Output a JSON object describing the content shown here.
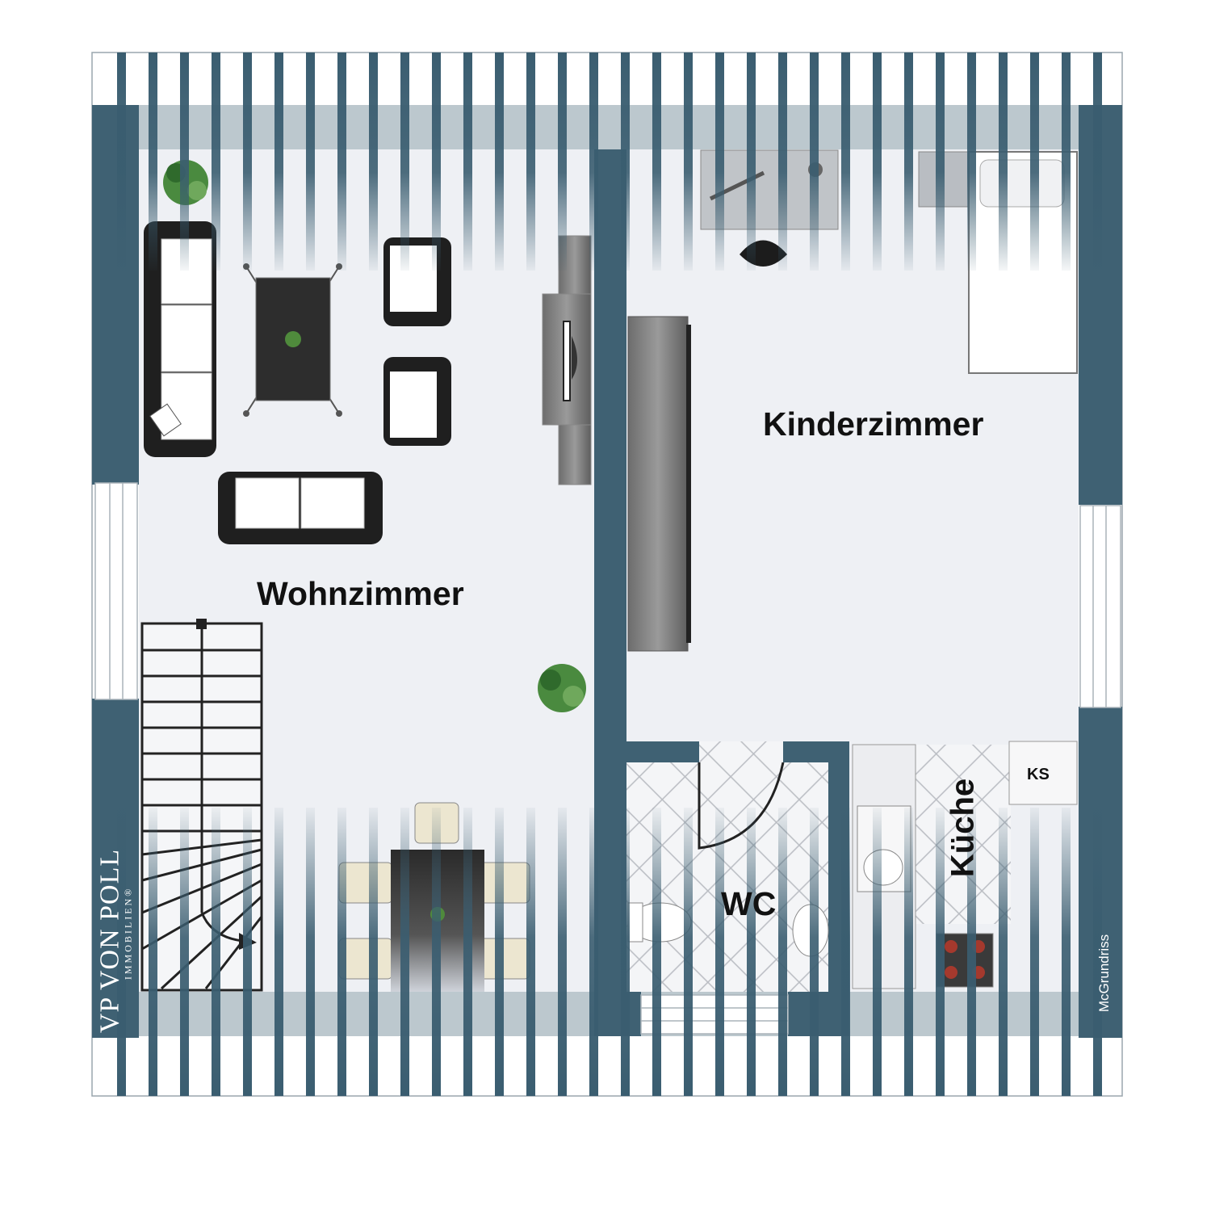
{
  "rooms": {
    "living": "Wohnzimmer",
    "kids": "Kinderzimmer",
    "wc": "WC",
    "kitchen": "Küche",
    "fridge": "KS"
  },
  "branding": {
    "logo_mark": "VP",
    "logo_name": "VON POLL",
    "logo_sub": "IMMOBILIEN®",
    "credit": "McGrundriss"
  },
  "colors": {
    "wall": "#3f6173",
    "floor": "#eef0f4",
    "beam": "#3a5d70",
    "furniture_dark": "#222222",
    "tile": "#f2f3f5"
  }
}
